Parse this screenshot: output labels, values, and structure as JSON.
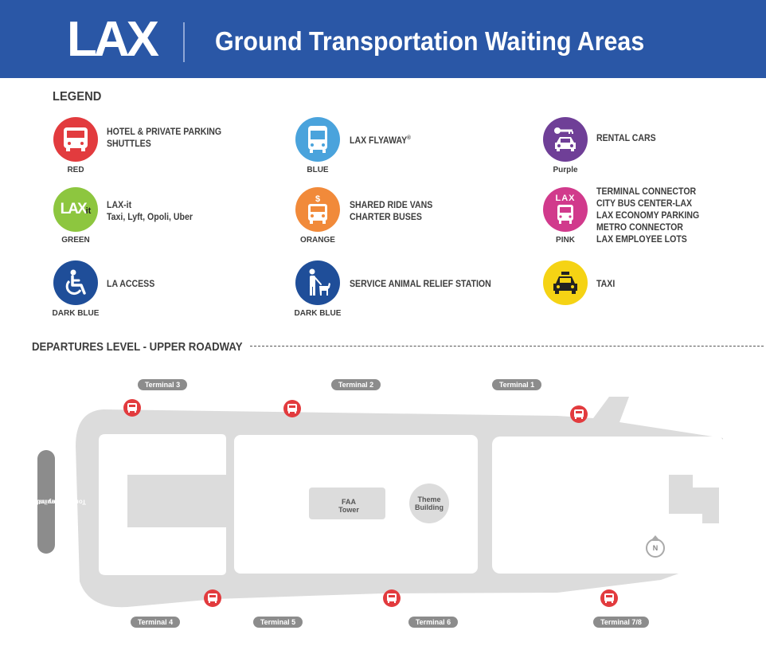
{
  "header": {
    "logo": "LAX",
    "title": "Ground Transportation Waiting Areas"
  },
  "legend": {
    "heading": "LEGEND",
    "items": [
      {
        "lines": [
          "HOTEL & PRIVATE PARKING",
          "SHUTTLES"
        ],
        "color_name": "RED",
        "icon": "shuttle-bus-icon",
        "color": "#e23b3e"
      },
      {
        "lines": [
          "LAX FLYAWAY"
        ],
        "sup": "®",
        "color_name": "BLUE",
        "icon": "flyaway-bus-icon",
        "color": "#4aa3dc"
      },
      {
        "lines": [
          "RENTAL CARS"
        ],
        "color_name": "Purple",
        "icon": "key-car-icon",
        "color": "#6f3f97"
      },
      {
        "lines": [
          "LAX-it",
          "Taxi, Lyft, Opoli, Uber"
        ],
        "color_name": "GREEN",
        "icon": "lax-it-logo",
        "logo_text": "LAX",
        "logo_suffix": "it",
        "color": "#8dc63f"
      },
      {
        "lines": [
          "SHARED RIDE VANS",
          "CHARTER BUSES"
        ],
        "color_name": "ORANGE",
        "icon": "van-dollar-icon",
        "color": "#f18a3a"
      },
      {
        "lines": [
          "TERMINAL CONNECTOR",
          "CITY BUS CENTER-LAX",
          "LAX ECONOMY PARKING",
          "METRO CONNECTOR",
          "LAX EMPLOYEE LOTS"
        ],
        "color_name": "PINK",
        "icon": "lax-bus-icon",
        "logo_text": "LAX",
        "color": "#d13a8c"
      },
      {
        "lines": [
          "LA ACCESS"
        ],
        "color_name": "DARK BLUE",
        "icon": "wheelchair-icon",
        "color": "#1f4e99"
      },
      {
        "lines": [
          "SERVICE ANIMAL RELIEF STATION"
        ],
        "color_name": "DARK BLUE",
        "icon": "service-animal-icon",
        "color": "#1f4e99"
      },
      {
        "lines": [
          "TAXI"
        ],
        "color_name": "",
        "icon": "taxi-icon",
        "color": "#f5d314"
      }
    ]
  },
  "map": {
    "heading": "DEPARTURES LEVEL - UPPER ROADWAY",
    "terminals_top": [
      "Terminal 3",
      "Terminal 2",
      "Terminal 1"
    ],
    "terminals_bottom": [
      "Terminal 4",
      "Terminal 5",
      "Terminal 6",
      "Terminal 7/8"
    ],
    "terminal_side": [
      "Tom Bradley Int'l Terminal",
      "(Terminal B)"
    ],
    "faa_tower": [
      "FAA",
      "Tower"
    ],
    "theme_building": [
      "Theme",
      "Building"
    ],
    "north_label": "N",
    "road_color": "#dcdcdc"
  }
}
